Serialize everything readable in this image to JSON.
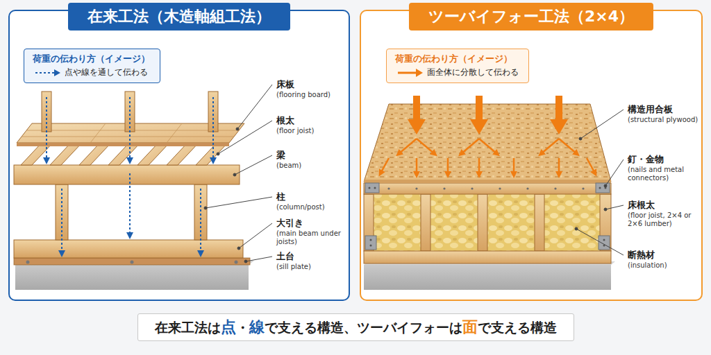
{
  "diagram": {
    "nodes": [
      {
        "text": [
          "在来工法（木造軸組工法）"
        ]
      },
      {
        "text": [
          "荷重の伝わり方（イメージ）",
          "点や線を通して伝わる"
        ],
        "in": 0
      },
      {
        "text": [
          "ツーバイフォー工法（2×4）"
        ]
      },
      {
        "text": [
          "荷重の伝わり方（イメージ）",
          "面全体に分散して伝わる"
        ],
        "in": 2
      },
      {
        "text": [
          "在来工法は",
          "点",
          "・",
          "線",
          "で支える構造、ツーバイフォーは",
          "面",
          "で支える構造"
        ]
      }
    ],
    "labels": [
      "床板",
      "(flooring board)",
      "根太",
      "(floor joist)",
      "梁",
      "(beam)",
      "柱",
      "(column/post)",
      "大引き",
      "(main beam under joists)",
      "土台",
      "(sill plate)",
      "構造用合板",
      "(structural plywood)",
      "釘・金物",
      "(nails and metal connectors)",
      "床根太",
      "(floor joist, 2×4 or 2×6 lumber)",
      "断熱材",
      "(insulation)"
    ]
  }
}
